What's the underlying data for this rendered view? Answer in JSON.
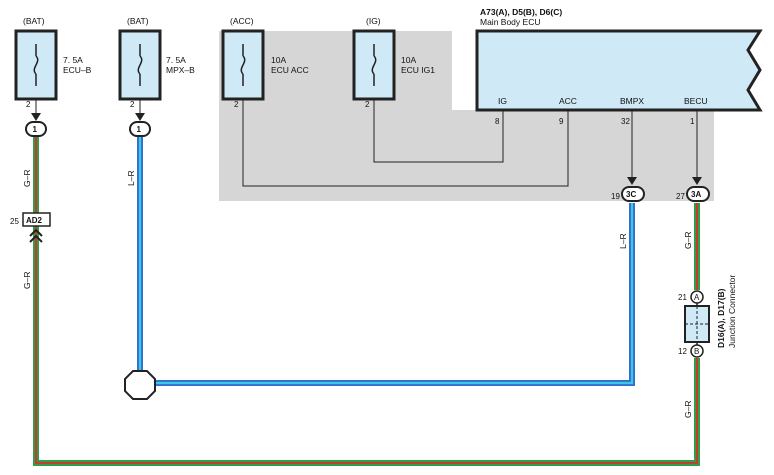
{
  "fuses": [
    {
      "source": "(BAT)",
      "rating": "7. 5A",
      "name": "ECU–B",
      "pin": "2"
    },
    {
      "source": "(BAT)",
      "rating": "7. 5A",
      "name": "MPX–B",
      "pin": "2"
    },
    {
      "source": "(ACC)",
      "rating": "10A",
      "name": "ECU ACC",
      "pin": "2"
    },
    {
      "source": "(IG)",
      "rating": "10A",
      "name": "ECU IG1",
      "pin": "2"
    }
  ],
  "ecu": {
    "code": "A73(A), D5(B), D6(C)",
    "name": "Main Body ECU",
    "terminals": [
      {
        "name": "IG",
        "pin": "8"
      },
      {
        "name": "ACC",
        "pin": "9"
      },
      {
        "name": "BMPX",
        "pin": "32"
      },
      {
        "name": "BECU",
        "pin": "1"
      }
    ]
  },
  "connectors": {
    "c1a": "1",
    "c1b": "1",
    "c3c": {
      "label": "3C",
      "pin": "19"
    },
    "c3a": {
      "label": "3A",
      "pin": "27"
    },
    "ad2": {
      "label": "AD2",
      "pin": "25"
    }
  },
  "junction": {
    "code": "D16(A), D17(B)",
    "name": "Junction Connector",
    "a_label": "A",
    "a_pin": "21",
    "b_label": "B",
    "b_pin": "12"
  },
  "wire_labels": {
    "gr_1": "G–R",
    "gr_2": "G–R",
    "lr_1": "L–R",
    "lr_2": "L–R",
    "gr_3": "G–R",
    "gr_4": "G–R"
  },
  "colors": {
    "wire_green": "#2e9e4a",
    "wire_red": "#d8302a",
    "wire_blue": "#2f6fd0",
    "wire_cyan": "#3ec7e6",
    "fuse_fill": "#cfe9f7",
    "ecu_fill": "#cfe9f7",
    "shade": "#d6d6d6"
  }
}
